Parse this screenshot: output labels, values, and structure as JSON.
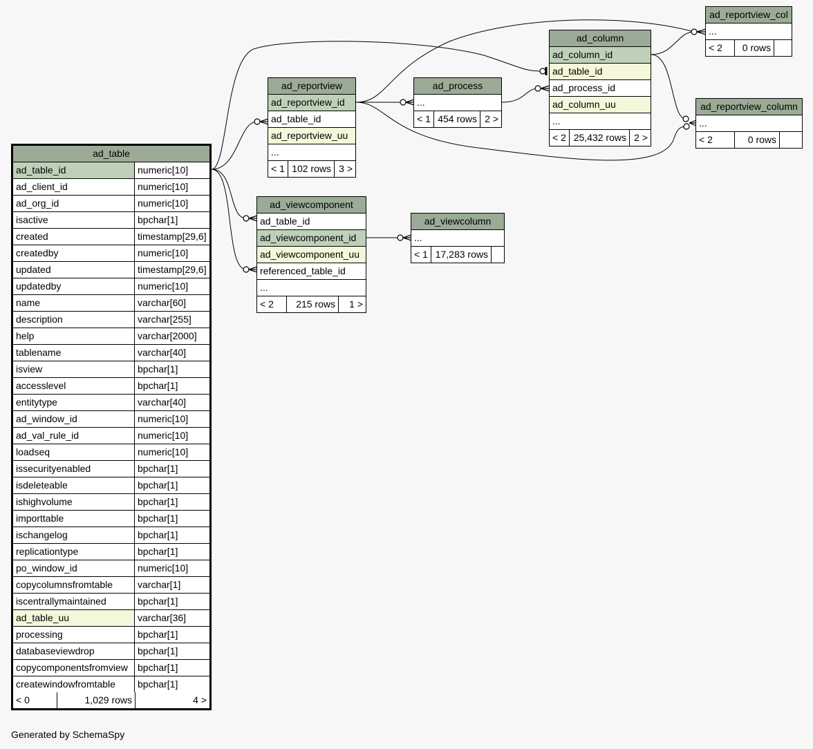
{
  "footer": "Generated by SchemaSpy",
  "tables": {
    "ad_table": {
      "name": "ad_table",
      "columns": [
        {
          "name": "ad_table_id",
          "type": "numeric[10]",
          "kind": "pk"
        },
        {
          "name": "ad_client_id",
          "type": "numeric[10]",
          "kind": ""
        },
        {
          "name": "ad_org_id",
          "type": "numeric[10]",
          "kind": ""
        },
        {
          "name": "isactive",
          "type": "bpchar[1]",
          "kind": ""
        },
        {
          "name": "created",
          "type": "timestamp[29,6]",
          "kind": ""
        },
        {
          "name": "createdby",
          "type": "numeric[10]",
          "kind": ""
        },
        {
          "name": "updated",
          "type": "timestamp[29,6]",
          "kind": ""
        },
        {
          "name": "updatedby",
          "type": "numeric[10]",
          "kind": ""
        },
        {
          "name": "name",
          "type": "varchar[60]",
          "kind": ""
        },
        {
          "name": "description",
          "type": "varchar[255]",
          "kind": ""
        },
        {
          "name": "help",
          "type": "varchar[2000]",
          "kind": ""
        },
        {
          "name": "tablename",
          "type": "varchar[40]",
          "kind": ""
        },
        {
          "name": "isview",
          "type": "bpchar[1]",
          "kind": ""
        },
        {
          "name": "accesslevel",
          "type": "bpchar[1]",
          "kind": ""
        },
        {
          "name": "entitytype",
          "type": "varchar[40]",
          "kind": ""
        },
        {
          "name": "ad_window_id",
          "type": "numeric[10]",
          "kind": ""
        },
        {
          "name": "ad_val_rule_id",
          "type": "numeric[10]",
          "kind": ""
        },
        {
          "name": "loadseq",
          "type": "numeric[10]",
          "kind": ""
        },
        {
          "name": "issecurityenabled",
          "type": "bpchar[1]",
          "kind": ""
        },
        {
          "name": "isdeleteable",
          "type": "bpchar[1]",
          "kind": ""
        },
        {
          "name": "ishighvolume",
          "type": "bpchar[1]",
          "kind": ""
        },
        {
          "name": "importtable",
          "type": "bpchar[1]",
          "kind": ""
        },
        {
          "name": "ischangelog",
          "type": "bpchar[1]",
          "kind": ""
        },
        {
          "name": "replicationtype",
          "type": "bpchar[1]",
          "kind": ""
        },
        {
          "name": "po_window_id",
          "type": "numeric[10]",
          "kind": ""
        },
        {
          "name": "copycolumnsfromtable",
          "type": "varchar[1]",
          "kind": ""
        },
        {
          "name": "iscentrallymaintained",
          "type": "bpchar[1]",
          "kind": ""
        },
        {
          "name": "ad_table_uu",
          "type": "varchar[36]",
          "kind": "idx"
        },
        {
          "name": "processing",
          "type": "bpchar[1]",
          "kind": ""
        },
        {
          "name": "databaseviewdrop",
          "type": "bpchar[1]",
          "kind": ""
        },
        {
          "name": "copycomponentsfromview",
          "type": "bpchar[1]",
          "kind": ""
        },
        {
          "name": "createwindowfromtable",
          "type": "bpchar[1]",
          "kind": ""
        }
      ],
      "footer": {
        "parents": "< 0",
        "rows": "1,029 rows",
        "children": "4 >"
      }
    },
    "ad_reportview": {
      "name": "ad_reportview",
      "columns": [
        {
          "name": "ad_reportview_id",
          "kind": "pk"
        },
        {
          "name": "ad_table_id",
          "kind": ""
        },
        {
          "name": "ad_reportview_uu",
          "kind": "idx"
        },
        {
          "name": "...",
          "kind": ""
        }
      ],
      "footer": {
        "parents": "< 1",
        "rows": "102 rows",
        "children": "3 >"
      }
    },
    "ad_process": {
      "name": "ad_process",
      "columns": [
        {
          "name": "...",
          "kind": ""
        }
      ],
      "footer": {
        "parents": "< 1",
        "rows": "454 rows",
        "children": "2 >"
      }
    },
    "ad_column": {
      "name": "ad_column",
      "columns": [
        {
          "name": "ad_column_id",
          "kind": "pk"
        },
        {
          "name": "ad_table_id",
          "kind": "idx"
        },
        {
          "name": "ad_process_id",
          "kind": ""
        },
        {
          "name": "ad_column_uu",
          "kind": "idx"
        },
        {
          "name": "...",
          "kind": ""
        }
      ],
      "footer": {
        "parents": "< 2",
        "rows": "25,432 rows",
        "children": "2 >"
      }
    },
    "ad_reportview_col": {
      "name": "ad_reportview_col",
      "columns": [
        {
          "name": "...",
          "kind": ""
        }
      ],
      "footer": {
        "parents": "< 2",
        "rows": "0 rows",
        "children": ""
      }
    },
    "ad_reportview_column": {
      "name": "ad_reportview_column",
      "columns": [
        {
          "name": "...",
          "kind": ""
        }
      ],
      "footer": {
        "parents": "< 2",
        "rows": "0 rows",
        "children": ""
      }
    },
    "ad_viewcomponent": {
      "name": "ad_viewcomponent",
      "columns": [
        {
          "name": "ad_table_id",
          "kind": ""
        },
        {
          "name": "ad_viewcomponent_id",
          "kind": "pk"
        },
        {
          "name": "ad_viewcomponent_uu",
          "kind": "idx"
        },
        {
          "name": "referenced_table_id",
          "kind": ""
        },
        {
          "name": "...",
          "kind": ""
        }
      ],
      "footer": {
        "parents": "< 2",
        "rows": "215 rows",
        "children": "1 >"
      }
    },
    "ad_viewcolumn": {
      "name": "ad_viewcolumn",
      "columns": [
        {
          "name": "...",
          "kind": ""
        }
      ],
      "footer": {
        "parents": "< 1",
        "rows": "17,283 rows",
        "children": ""
      }
    }
  },
  "relationships": [
    {
      "from": "ad_table.ad_table_id",
      "to": "ad_reportview.ad_table_id"
    },
    {
      "from": "ad_table.ad_table_id",
      "to": "ad_column.ad_table_id"
    },
    {
      "from": "ad_table.ad_table_id",
      "to": "ad_viewcomponent.ad_table_id"
    },
    {
      "from": "ad_table.ad_table_id",
      "to": "ad_viewcomponent.referenced_table_id"
    },
    {
      "from": "ad_reportview.ad_reportview_id",
      "to": "ad_process"
    },
    {
      "from": "ad_reportview.ad_reportview_id",
      "to": "ad_reportview_col"
    },
    {
      "from": "ad_reportview.ad_reportview_id",
      "to": "ad_reportview_column"
    },
    {
      "from": "ad_process",
      "to": "ad_column.ad_process_id"
    },
    {
      "from": "ad_column.ad_column_id",
      "to": "ad_reportview_col"
    },
    {
      "from": "ad_column.ad_column_id",
      "to": "ad_reportview_column"
    },
    {
      "from": "ad_viewcomponent.ad_viewcomponent_id",
      "to": "ad_viewcolumn"
    }
  ]
}
